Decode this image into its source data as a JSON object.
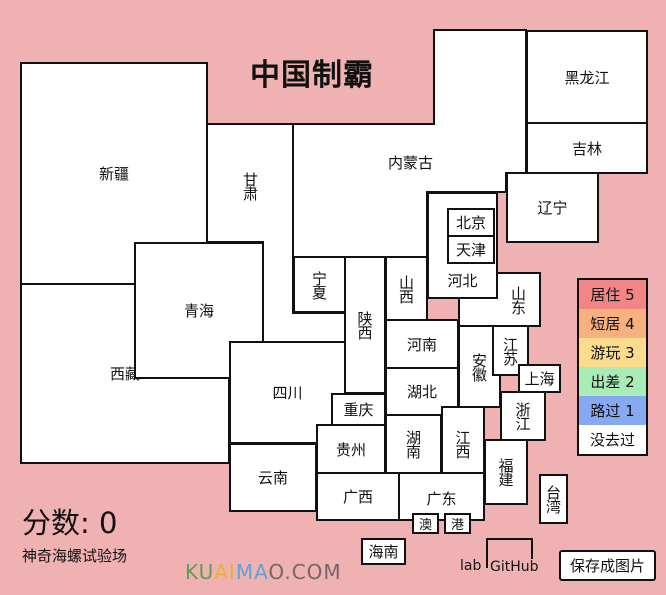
{
  "title": "中国制霸",
  "provinces": [
    {
      "name": "新疆",
      "level": 0
    },
    {
      "name": "西藏",
      "level": 0
    },
    {
      "name": "甘肃",
      "level": 0
    },
    {
      "name": "青海",
      "level": 0
    },
    {
      "name": "内蒙古",
      "level": 0
    },
    {
      "name": "黑龙江",
      "level": 0
    },
    {
      "name": "吉林",
      "level": 0
    },
    {
      "name": "辽宁",
      "level": 0
    },
    {
      "name": "河北",
      "level": 0
    },
    {
      "name": "北京",
      "level": 0
    },
    {
      "name": "天津",
      "level": 0
    },
    {
      "name": "宁夏",
      "level": 0
    },
    {
      "name": "陕西",
      "level": 0
    },
    {
      "name": "山西",
      "level": 0
    },
    {
      "name": "山东",
      "level": 0
    },
    {
      "name": "河南",
      "level": 0
    },
    {
      "name": "江苏",
      "level": 0
    },
    {
      "name": "安徽",
      "level": 0
    },
    {
      "name": "上海",
      "level": 0
    },
    {
      "name": "湖北",
      "level": 0
    },
    {
      "name": "浙江",
      "level": 0
    },
    {
      "name": "四川",
      "level": 0
    },
    {
      "name": "重庆",
      "level": 0
    },
    {
      "name": "贵州",
      "level": 0
    },
    {
      "name": "湖南",
      "level": 0
    },
    {
      "name": "江西",
      "level": 0
    },
    {
      "name": "福建",
      "level": 0
    },
    {
      "name": "云南",
      "level": 0
    },
    {
      "name": "广西",
      "level": 0
    },
    {
      "name": "广东",
      "level": 0
    },
    {
      "name": "澳",
      "level": 0
    },
    {
      "name": "港",
      "level": 0
    },
    {
      "name": "海南",
      "level": 0
    },
    {
      "name": "台湾",
      "level": 0
    }
  ],
  "legend": [
    {
      "label": "居住 5",
      "color": "#f28585"
    },
    {
      "label": "短居 4",
      "color": "#f8b07e"
    },
    {
      "label": "游玩 3",
      "color": "#fbdc8c"
    },
    {
      "label": "出差 2",
      "color": "#a9ecb6"
    },
    {
      "label": "路过 1",
      "color": "#87a9f2"
    },
    {
      "label": "没去过",
      "color": "#ffffff"
    }
  ],
  "score": "分数: 0",
  "subtitle": "神奇海螺试验场",
  "links": {
    "lab": "lab",
    "github": "GitHub"
  },
  "save_label": "保存成图片",
  "watermark": "KUAIMAO.COM"
}
